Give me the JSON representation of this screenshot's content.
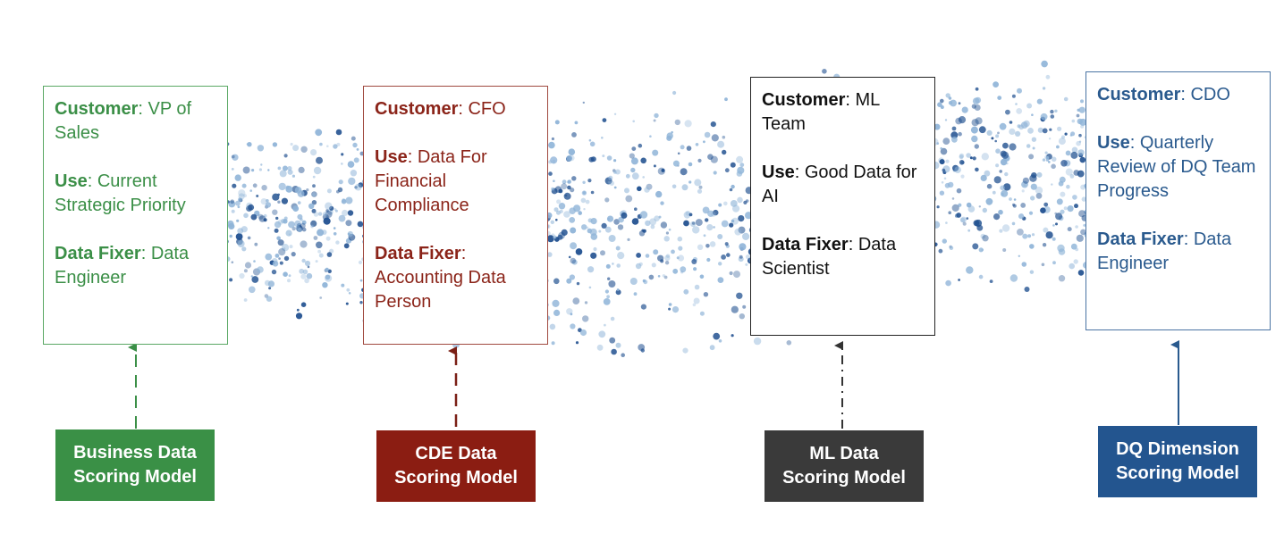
{
  "colors": {
    "green": "#3b8f47",
    "red": "#8b2419",
    "black": "#111111",
    "blue": "#2a5a8e",
    "dot_dark": "#1f4f8f",
    "dot_light": "#8fb4d8"
  },
  "cards": [
    {
      "customer_label": "Customer",
      "customer": "VP of Sales",
      "use_label": "Use",
      "use": "Current Strategic Priority",
      "fixer_label": "Data Fixer",
      "fixer": "Data Engineer"
    },
    {
      "customer_label": "Customer",
      "customer": "CFO",
      "use_label": "Use",
      "use": "Data For Financial Compliance",
      "fixer_label": "Data Fixer",
      "fixer": "Accounting Data Person"
    },
    {
      "customer_label": "Customer",
      "customer": "ML Team",
      "use_label": "Use",
      "use": "Good Data for AI",
      "fixer_label": "Data Fixer",
      "fixer": "Data Scientist"
    },
    {
      "customer_label": "Customer",
      "customer": "CDO",
      "use_label": "Use",
      "use": "Quarterly Review of DQ Team Progress",
      "fixer_label": "Data Fixer",
      "fixer": "Data Engineer"
    }
  ],
  "models": [
    {
      "line1": "Business Data",
      "line2": "Scoring Model"
    },
    {
      "line1": "CDE Data",
      "line2": "Scoring Model"
    },
    {
      "line1": "ML Data",
      "line2": "Scoring Model"
    },
    {
      "line1": "DQ Dimension",
      "line2": "Scoring Model"
    }
  ]
}
